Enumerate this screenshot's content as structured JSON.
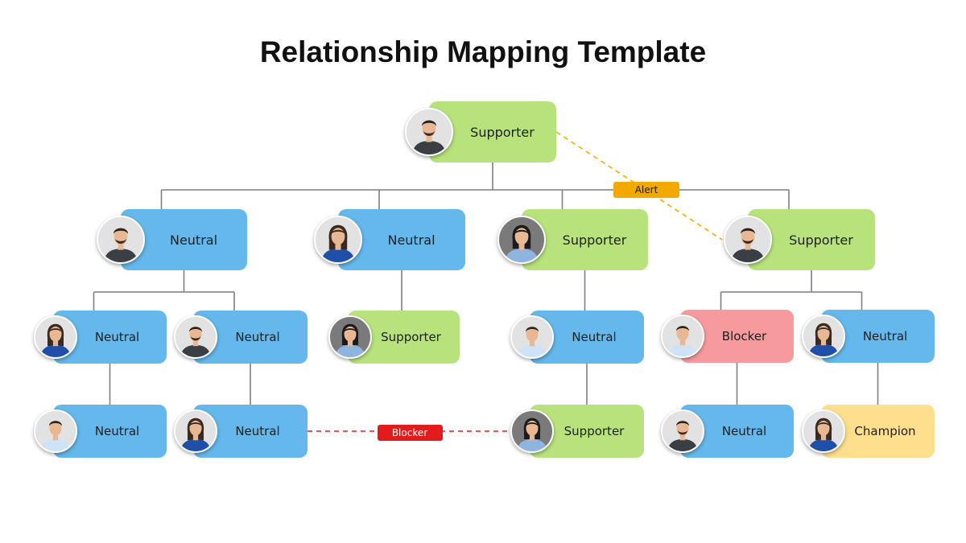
{
  "title": "Relationship Mapping Template",
  "colors": {
    "supporter": "#b8e37c",
    "neutral": "#64b8ec",
    "blocker": "#f79a9d",
    "champion": "#fedf8d",
    "connector": "#7f7f7f",
    "alert": "#f2a900",
    "blocker_link": "#e31b1b"
  },
  "nodes": [
    {
      "id": "root",
      "label": "Supporter",
      "status": "supporter",
      "avatar": "man-beard-icon"
    },
    {
      "id": "l1-a",
      "label": "Neutral",
      "status": "neutral",
      "avatar": "man-beard-icon"
    },
    {
      "id": "l1-b",
      "label": "Neutral",
      "status": "neutral",
      "avatar": "woman-blue-icon"
    },
    {
      "id": "l1-c",
      "label": "Supporter",
      "status": "supporter",
      "avatar": "woman-dark-icon"
    },
    {
      "id": "l1-d",
      "label": "Supporter",
      "status": "supporter",
      "avatar": "man-beard-icon"
    },
    {
      "id": "l2-a1",
      "label": "Neutral",
      "status": "neutral",
      "avatar": "woman-blue-icon"
    },
    {
      "id": "l2-a2",
      "label": "Neutral",
      "status": "neutral",
      "avatar": "man-beard-icon"
    },
    {
      "id": "l2-b1",
      "label": "Supporter",
      "status": "supporter",
      "avatar": "woman-dark-icon"
    },
    {
      "id": "l2-c1",
      "label": "Neutral",
      "status": "neutral",
      "avatar": "man-smile-icon"
    },
    {
      "id": "l2-d1",
      "label": "Blocker",
      "status": "blocker",
      "avatar": "man-smile-icon"
    },
    {
      "id": "l2-d2",
      "label": "Neutral",
      "status": "neutral",
      "avatar": "woman-blue-icon"
    },
    {
      "id": "l3-a1",
      "label": "Neutral",
      "status": "neutral",
      "avatar": "man-smile-icon"
    },
    {
      "id": "l3-a2",
      "label": "Neutral",
      "status": "neutral",
      "avatar": "woman-blue-icon"
    },
    {
      "id": "l3-c1",
      "label": "Supporter",
      "status": "supporter",
      "avatar": "woman-dark-icon"
    },
    {
      "id": "l3-d1",
      "label": "Neutral",
      "status": "neutral",
      "avatar": "man-beard-icon"
    },
    {
      "id": "l3-d2",
      "label": "Champion",
      "status": "champion",
      "avatar": "woman-blue-icon"
    }
  ],
  "edges": [
    {
      "from": "root",
      "to": "l1-a"
    },
    {
      "from": "root",
      "to": "l1-b"
    },
    {
      "from": "root",
      "to": "l1-c"
    },
    {
      "from": "root",
      "to": "l1-d"
    },
    {
      "from": "l1-a",
      "to": "l2-a1"
    },
    {
      "from": "l1-a",
      "to": "l2-a2"
    },
    {
      "from": "l1-b",
      "to": "l2-b1"
    },
    {
      "from": "l1-c",
      "to": "l2-c1"
    },
    {
      "from": "l1-d",
      "to": "l2-d1"
    },
    {
      "from": "l1-d",
      "to": "l2-d2"
    },
    {
      "from": "l2-a1",
      "to": "l3-a1"
    },
    {
      "from": "l2-a2",
      "to": "l3-a2"
    },
    {
      "from": "l2-c1",
      "to": "l3-c1"
    },
    {
      "from": "l2-d1",
      "to": "l3-d1"
    },
    {
      "from": "l2-d2",
      "to": "l3-d2"
    }
  ],
  "relations": [
    {
      "from": "root",
      "to": "l1-d",
      "label": "Alert",
      "kind": "alert"
    },
    {
      "from": "l3-a2",
      "to": "l3-c1",
      "label": "Blocker",
      "kind": "blocker"
    }
  ]
}
